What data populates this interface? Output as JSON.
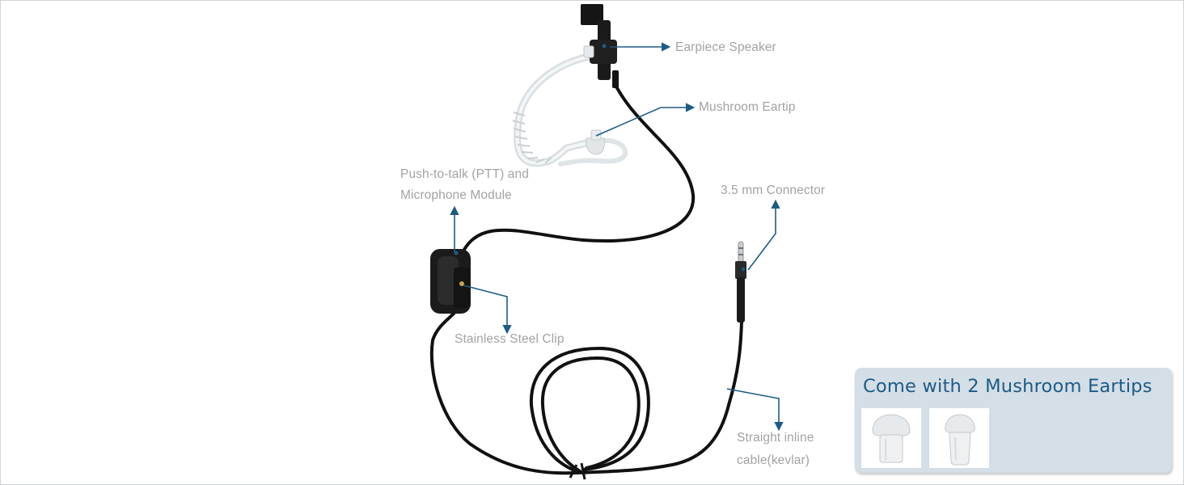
{
  "labels": {
    "earpiece_speaker": "Earpiece Speaker",
    "mushroom_eartip": "Mushroom Eartip",
    "ptt_line1": "Push-to-talk (PTT) and",
    "ptt_line2": "Microphone Module",
    "connector": "3.5 mm Connector",
    "clip": "Stainless Steel Clip",
    "cable_line1": "Straight inline",
    "cable_line2": "cable(kevlar)"
  },
  "promo": {
    "title": "Come with 2 Mushroom Eartips"
  },
  "colors": {
    "callout": "#1e5b84",
    "label_text": "#a3a3a3",
    "promo_background": "#d3dee7",
    "promo_title": "#1e5b84",
    "cable": "#111111"
  },
  "icons": {
    "product": "two-way-radio-earpiece",
    "eartip": "mushroom-eartip"
  }
}
